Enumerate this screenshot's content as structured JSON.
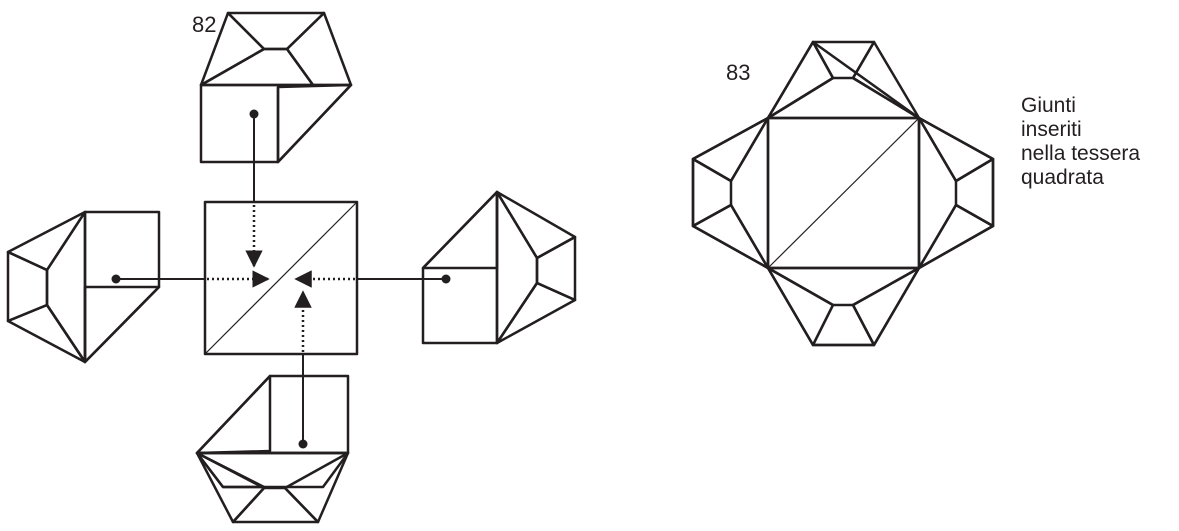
{
  "steps": [
    {
      "number": "82"
    },
    {
      "number": "83"
    }
  ],
  "caption": {
    "lines": [
      "Giunti",
      "inseriti",
      "nella tessera",
      "quadrata"
    ]
  },
  "colors": {
    "tile_green": "#a6d6b4",
    "flap_orange": "#ef7d1a",
    "flap_grey": "#ebebeb",
    "line": "#231f20",
    "paper": "#ffffff"
  }
}
